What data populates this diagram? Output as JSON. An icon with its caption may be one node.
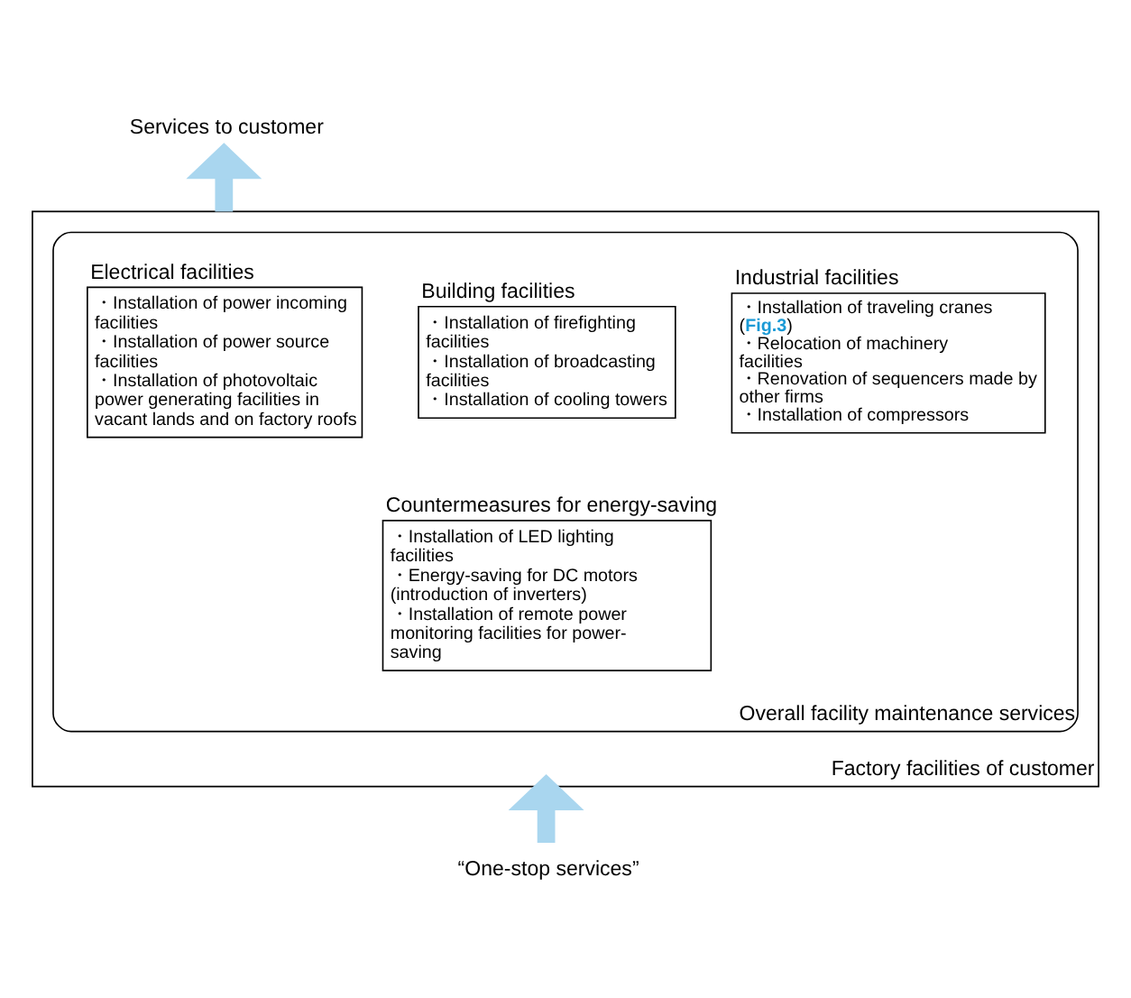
{
  "diagram": {
    "nodes": [
      {
        "text": [
          "Factory facilities of customer"
        ]
      },
      {
        "text": [
          "Overall facility maintenance services"
        ],
        "in": 0
      },
      {
        "text": [
          "Electrical facilities",
          "・Installation of power incoming facilities",
          "・Installation of power source facilities",
          "・Installation of photovoltaic power generating facilities in vacant lands and on factory roofs"
        ],
        "in": 1
      },
      {
        "text": [
          "Building facilities",
          "・Installation of firefighting facilities",
          "・Installation of broadcasting facilities",
          "・Installation of cooling towers"
        ],
        "in": 1
      },
      {
        "text": [
          "Industrial facilities",
          "・Installation of traveling cranes (**Fig.3**)",
          "・Relocation of machinery facilities",
          "・Renovation of sequencers made by other firms",
          "・Installation of compressors"
        ],
        "in": 1
      },
      {
        "text": [
          "Countermeasures for energy-saving",
          "・Installation of LED lighting facilities",
          "・Energy-saving for DC motors (introduction of inverters)",
          "・Installation of remote power monitoring facilities for power-saving"
        ],
        "in": 1
      },
      {
        "text": [
          "“One-stop services”"
        ]
      },
      {
        "text": [
          "Services to customer"
        ]
      }
    ],
    "edges": [
      {
        "from": 6,
        "to": 0,
        "arrow": "to"
      },
      {
        "from": 0,
        "to": 7,
        "arrow": "to"
      }
    ]
  }
}
